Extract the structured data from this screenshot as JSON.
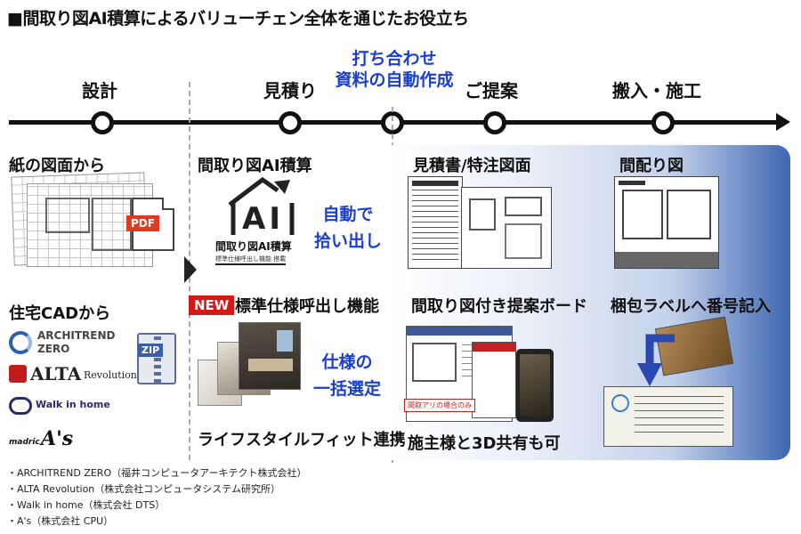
{
  "title": "■間取り図AI積算によるバリューチェン全体を通じたお役立ち",
  "stages": {
    "design": "設計",
    "estimate": "見積り",
    "meeting_line1": "打ち合わせ",
    "meeting_line2": "資料の自動作成",
    "proposal": "ご提案",
    "construction": "搬入・施工"
  },
  "col1": {
    "paper_label": "紙の図面から",
    "pdf_badge": "PDF",
    "cad_label": "住宅CADから",
    "zip_badge": "ZIP",
    "logos": {
      "architrend_line1": "ARCHITREND",
      "architrend_line2": "ZERO",
      "alta": "ALTA",
      "alta_sub": "Revolution",
      "walk": "Walk in home",
      "madric": "madric",
      "as": "A's"
    }
  },
  "col2": {
    "ai_label": "間取り図AI積算",
    "ai_logo_text": "AI",
    "ai_product_name": "間取り図AI積算",
    "ai_product_sub": "標準仕様呼出し機能 搭載",
    "auto_line1": "自動で",
    "auto_line2": "拾い出し",
    "new_badge": "NEW",
    "standard_spec": "標準仕様呼出し機能",
    "spec_line1": "仕様の",
    "spec_line2": "一括選定",
    "lifestyle": "ライフスタイルフィット連携"
  },
  "col3": {
    "estimate_doc": "見積書/特注図面",
    "board": "間取り図付き提案ボード",
    "floorplan_only": "間取アリの場合のみ",
    "share_3d": "施主様と3D共有も可"
  },
  "col4": {
    "floorplan": "間配り図",
    "label": "梱包ラベルへ番号記入"
  },
  "footnotes": [
    "・ARCHITREND ZERO（福井コンピュータアーキテクト株式会社）",
    "・ALTA Revolution（株式会社コンピュータシステム研究所）",
    "・Walk in home（株式会社 DTS）",
    "・A's（株式会社 CPU）"
  ],
  "colors": {
    "accent_blue": "#1a3fd0",
    "new_red": "#d41919",
    "panel_blue": "#3d67b3"
  }
}
